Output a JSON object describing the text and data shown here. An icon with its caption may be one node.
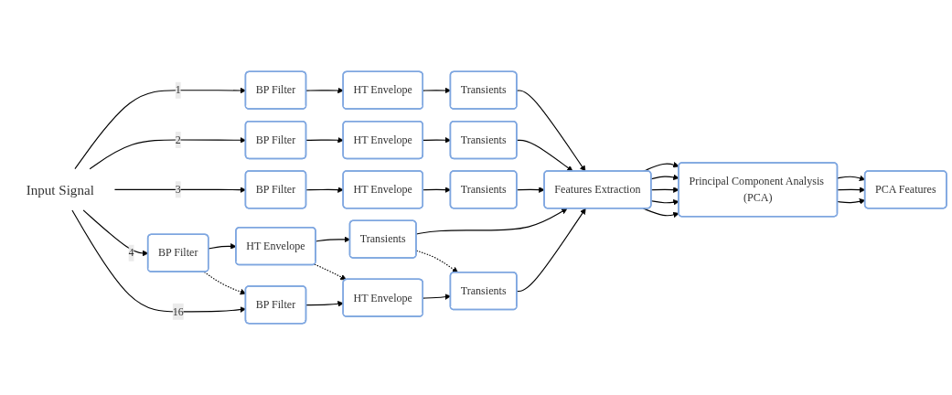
{
  "diagram": {
    "nodes": [
      {
        "text": [
          "Input Signal"
        ]
      },
      {
        "text": [
          "BP Filter"
        ]
      },
      {
        "text": [
          "HT Envelope"
        ]
      },
      {
        "text": [
          "Transients"
        ]
      },
      {
        "text": [
          "BP Filter"
        ]
      },
      {
        "text": [
          "HT Envelope"
        ]
      },
      {
        "text": [
          "Transients"
        ]
      },
      {
        "text": [
          "BP Filter"
        ]
      },
      {
        "text": [
          "HT Envelope"
        ]
      },
      {
        "text": [
          "Transients"
        ]
      },
      {
        "text": [
          "BP Filter"
        ]
      },
      {
        "text": [
          "HT Envelope"
        ]
      },
      {
        "text": [
          "Transients"
        ]
      },
      {
        "text": [
          "BP Filter"
        ]
      },
      {
        "text": [
          "HT Envelope"
        ]
      },
      {
        "text": [
          "Transients"
        ]
      },
      {
        "text": [
          "Features Extraction"
        ]
      },
      {
        "text": [
          "Principal Component Analysis (PCA)"
        ]
      },
      {
        "text": [
          "PCA Features"
        ]
      }
    ],
    "edges": [
      {
        "from": 0,
        "to": 1,
        "arrow": "to",
        "label": "1"
      },
      {
        "from": 0,
        "to": 4,
        "arrow": "to",
        "label": "2"
      },
      {
        "from": 0,
        "to": 7,
        "arrow": "to",
        "label": "3"
      },
      {
        "from": 0,
        "to": 10,
        "arrow": "to",
        "label": "4"
      },
      {
        "from": 0,
        "to": 13,
        "arrow": "to",
        "label": "16"
      },
      {
        "from": 1,
        "to": 2,
        "arrow": "to"
      },
      {
        "from": 2,
        "to": 3,
        "arrow": "to"
      },
      {
        "from": 3,
        "to": 16,
        "arrow": "to"
      },
      {
        "from": 4,
        "to": 5,
        "arrow": "to"
      },
      {
        "from": 5,
        "to": 6,
        "arrow": "to"
      },
      {
        "from": 6,
        "to": 16,
        "arrow": "to"
      },
      {
        "from": 7,
        "to": 8,
        "arrow": "to"
      },
      {
        "from": 8,
        "to": 9,
        "arrow": "to"
      },
      {
        "from": 9,
        "to": 16,
        "arrow": "to"
      },
      {
        "from": 10,
        "to": 11,
        "arrow": "to"
      },
      {
        "from": 11,
        "to": 12,
        "arrow": "to"
      },
      {
        "from": 12,
        "to": 16,
        "arrow": "to"
      },
      {
        "from": 13,
        "to": 14,
        "arrow": "to"
      },
      {
        "from": 14,
        "to": 15,
        "arrow": "to"
      },
      {
        "from": 15,
        "to": 16,
        "arrow": "to"
      },
      {
        "from": 10,
        "to": 13,
        "arrow": "to",
        "style": "dashed"
      },
      {
        "from": 11,
        "to": 14,
        "arrow": "to",
        "style": "dashed"
      },
      {
        "from": 12,
        "to": 15,
        "arrow": "to",
        "style": "dashed"
      },
      {
        "from": 16,
        "to": 17,
        "arrow": "to"
      },
      {
        "from": 16,
        "to": 17,
        "arrow": "to"
      },
      {
        "from": 16,
        "to": 17,
        "arrow": "to"
      },
      {
        "from": 16,
        "to": 17,
        "arrow": "to"
      },
      {
        "from": 16,
        "to": 17,
        "arrow": "to"
      },
      {
        "from": 17,
        "to": 18,
        "arrow": "to"
      },
      {
        "from": 17,
        "to": 18,
        "arrow": "to"
      },
      {
        "from": 17,
        "to": 18,
        "arrow": "to"
      }
    ]
  }
}
